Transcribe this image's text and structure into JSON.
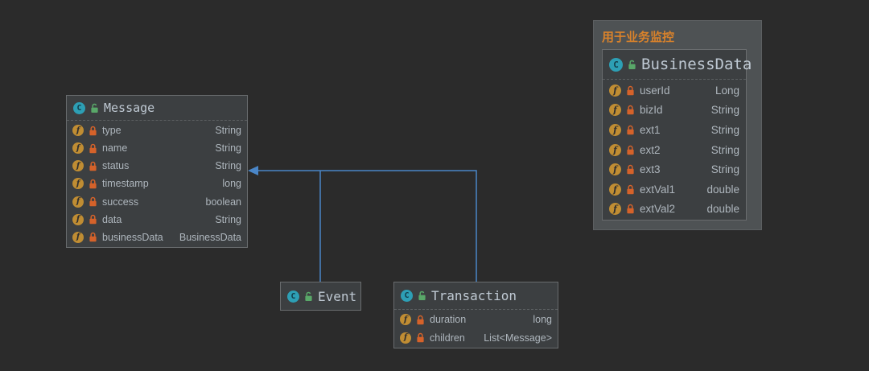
{
  "theme": {
    "background": "#2b2b2b",
    "node_background": "#3c3f41",
    "panel_background": "#4e5254",
    "edge_color": "#4a86c7",
    "comment_color": "#d9822b",
    "title_color": "#bfc9d3",
    "field_text_color": "#aeb6bd",
    "class_icon_color": "#2d9fb5",
    "field_icon_color": "#c08d33",
    "private_lock_color": "#d5622a",
    "public_lock_color": "#59a869"
  },
  "icons": {
    "class_letter": "C",
    "field_letter": "f"
  },
  "nodes": {
    "message": {
      "title": "Message",
      "fields": [
        {
          "name": "type",
          "type": "String"
        },
        {
          "name": "name",
          "type": "String"
        },
        {
          "name": "status",
          "type": "String"
        },
        {
          "name": "timestamp",
          "type": "long"
        },
        {
          "name": "success",
          "type": "boolean"
        },
        {
          "name": "data",
          "type": "String"
        },
        {
          "name": "businessData",
          "type": "BusinessData"
        }
      ]
    },
    "event": {
      "title": "Event",
      "fields": []
    },
    "transaction": {
      "title": "Transaction",
      "fields": [
        {
          "name": "duration",
          "type": "long"
        },
        {
          "name": "children",
          "type": "List<Message>"
        }
      ]
    },
    "businessdata": {
      "title": "BusinessData",
      "comment": "用于业务监控",
      "fields": [
        {
          "name": "userId",
          "type": "Long"
        },
        {
          "name": "bizId",
          "type": "String"
        },
        {
          "name": "ext1",
          "type": "String"
        },
        {
          "name": "ext2",
          "type": "String"
        },
        {
          "name": "ext3",
          "type": "String"
        },
        {
          "name": "extVal1",
          "type": "double"
        },
        {
          "name": "extVal2",
          "type": "double"
        }
      ]
    }
  },
  "edges": [
    {
      "from": "Event",
      "to": "Message",
      "kind": "inheritance"
    },
    {
      "from": "Transaction",
      "to": "Message",
      "kind": "inheritance"
    }
  ]
}
